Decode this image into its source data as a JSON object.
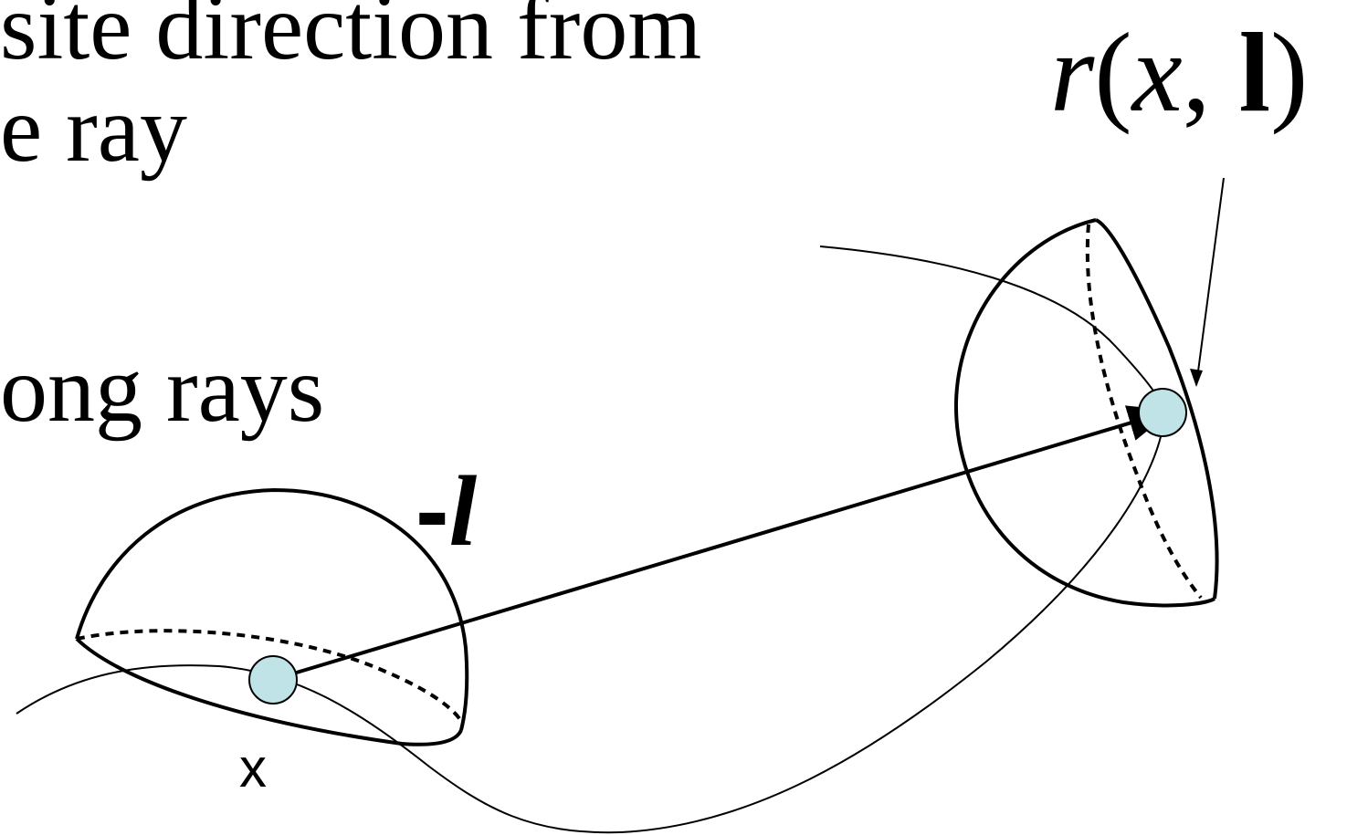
{
  "text": {
    "line1": "site direction from",
    "line2": "e ray",
    "line3": "ong rays"
  },
  "labels": {
    "fn_name": "r",
    "fn_open": "(",
    "fn_arg1": "x",
    "fn_sep": ", ",
    "fn_arg2": "l",
    "fn_close": ")",
    "dir_sign": "-",
    "dir_var": "l",
    "point_label": "x"
  },
  "colors": {
    "point_fill": "#bfe3e6",
    "stroke": "#000000"
  }
}
